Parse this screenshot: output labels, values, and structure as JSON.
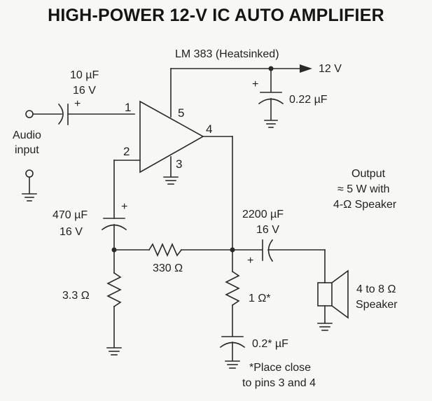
{
  "title": "HIGH-POWER 12-V IC AUTO AMPLIFIER",
  "ic": {
    "label": "LM 383 (Heatsinked)",
    "pins": {
      "p1": "1",
      "p2": "2",
      "p3": "3",
      "p4": "4",
      "p5": "5"
    }
  },
  "supply": {
    "label": "12 V",
    "cap_value": "0.22 µF",
    "cap_polarity": "+"
  },
  "input": {
    "label_line1": "Audio",
    "label_line2": "input",
    "cap_value": "10 µF",
    "cap_voltage": "16 V",
    "cap_polarity": "+"
  },
  "feedback": {
    "cap_value": "470 µF",
    "cap_voltage": "16 V",
    "cap_polarity": "+",
    "r_series": "330 Ω",
    "r_ground": "3.3 Ω"
  },
  "output": {
    "note_line1": "Output",
    "note_line2": "≈ 5 W with",
    "note_line3": "4-Ω Speaker",
    "cap_value": "2200 µF",
    "cap_voltage": "16 V",
    "cap_polarity": "+",
    "speaker_line1": "4 to 8 Ω",
    "speaker_line2": "Speaker"
  },
  "zobel": {
    "r_value": "1 Ω*",
    "cap_value": "0.2* µF",
    "footnote_line1": "*Place close",
    "footnote_line2": "to pins 3 and 4"
  }
}
